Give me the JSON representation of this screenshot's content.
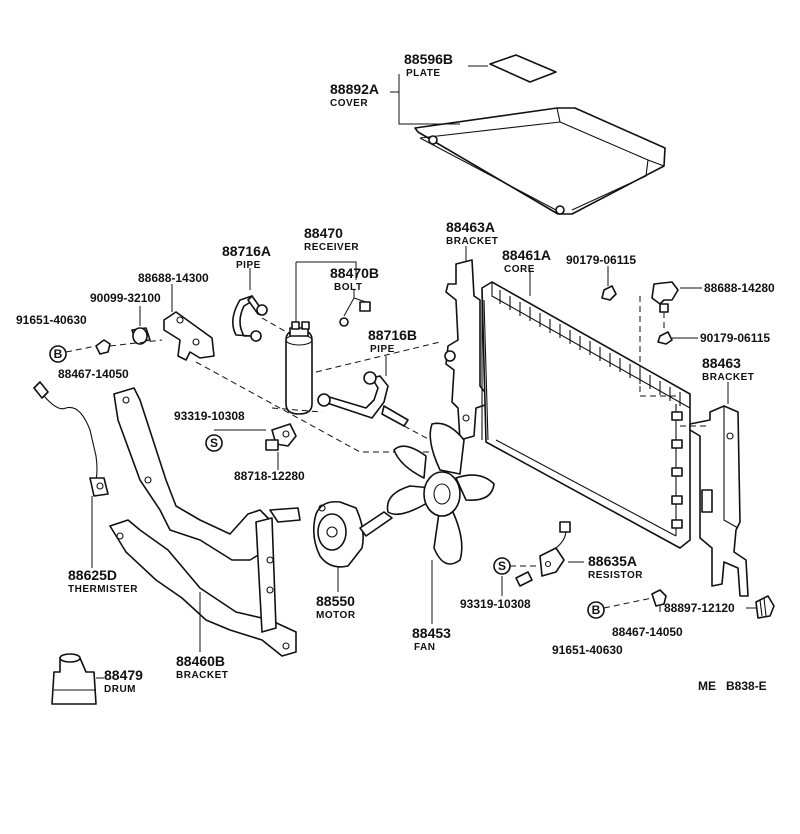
{
  "parts": {
    "p88596B": {
      "number": "88596B",
      "name": "PLATE"
    },
    "p88892A": {
      "number": "88892A",
      "name": "COVER"
    },
    "p88470": {
      "number": "88470",
      "name": "RECEIVER"
    },
    "p88470B": {
      "number": "88470B",
      "name": "BOLT"
    },
    "p88716A": {
      "number": "88716A",
      "name": "PIPE"
    },
    "p88716B": {
      "number": "88716B",
      "name": "PIPE"
    },
    "p88688_14300": {
      "number": "88688-14300"
    },
    "p90099_32100": {
      "number": "90099-32100"
    },
    "p91651_40630_left": {
      "number": "91651-40630"
    },
    "p88467_14050_left": {
      "number": "88467-14050"
    },
    "p93319_10308_left": {
      "number": "93319-10308"
    },
    "p88718_12280": {
      "number": "88718-12280"
    },
    "p88463A": {
      "number": "88463A",
      "name": "BRACKET"
    },
    "p88461A": {
      "number": "88461A",
      "name": "CORE"
    },
    "p90179_06115_top": {
      "number": "90179-06115"
    },
    "p88688_14280": {
      "number": "88688-14280"
    },
    "p90179_06115_mid": {
      "number": "90179-06115"
    },
    "p88463": {
      "number": "88463",
      "name": "BRACKET"
    },
    "p88625D": {
      "number": "88625D",
      "name": "THERMISTER"
    },
    "p88550": {
      "number": "88550",
      "name": "MOTOR"
    },
    "p88453": {
      "number": "88453",
      "name": "FAN"
    },
    "p88635A": {
      "number": "88635A",
      "name": "RESISTOR"
    },
    "p93319_10308_right": {
      "number": "93319-10308"
    },
    "p88897_12120": {
      "number": "88897-12120"
    },
    "p88467_14050_right": {
      "number": "88467-14050"
    },
    "p91651_40630_right": {
      "number": "91651-40630"
    },
    "p88460B": {
      "number": "88460B",
      "name": "BRACKET"
    },
    "p88479": {
      "number": "88479",
      "name": "DRUM"
    }
  },
  "symbols": {
    "s_marker": "S",
    "b_marker": "B"
  },
  "footer": {
    "code": "ME   B838-E"
  }
}
